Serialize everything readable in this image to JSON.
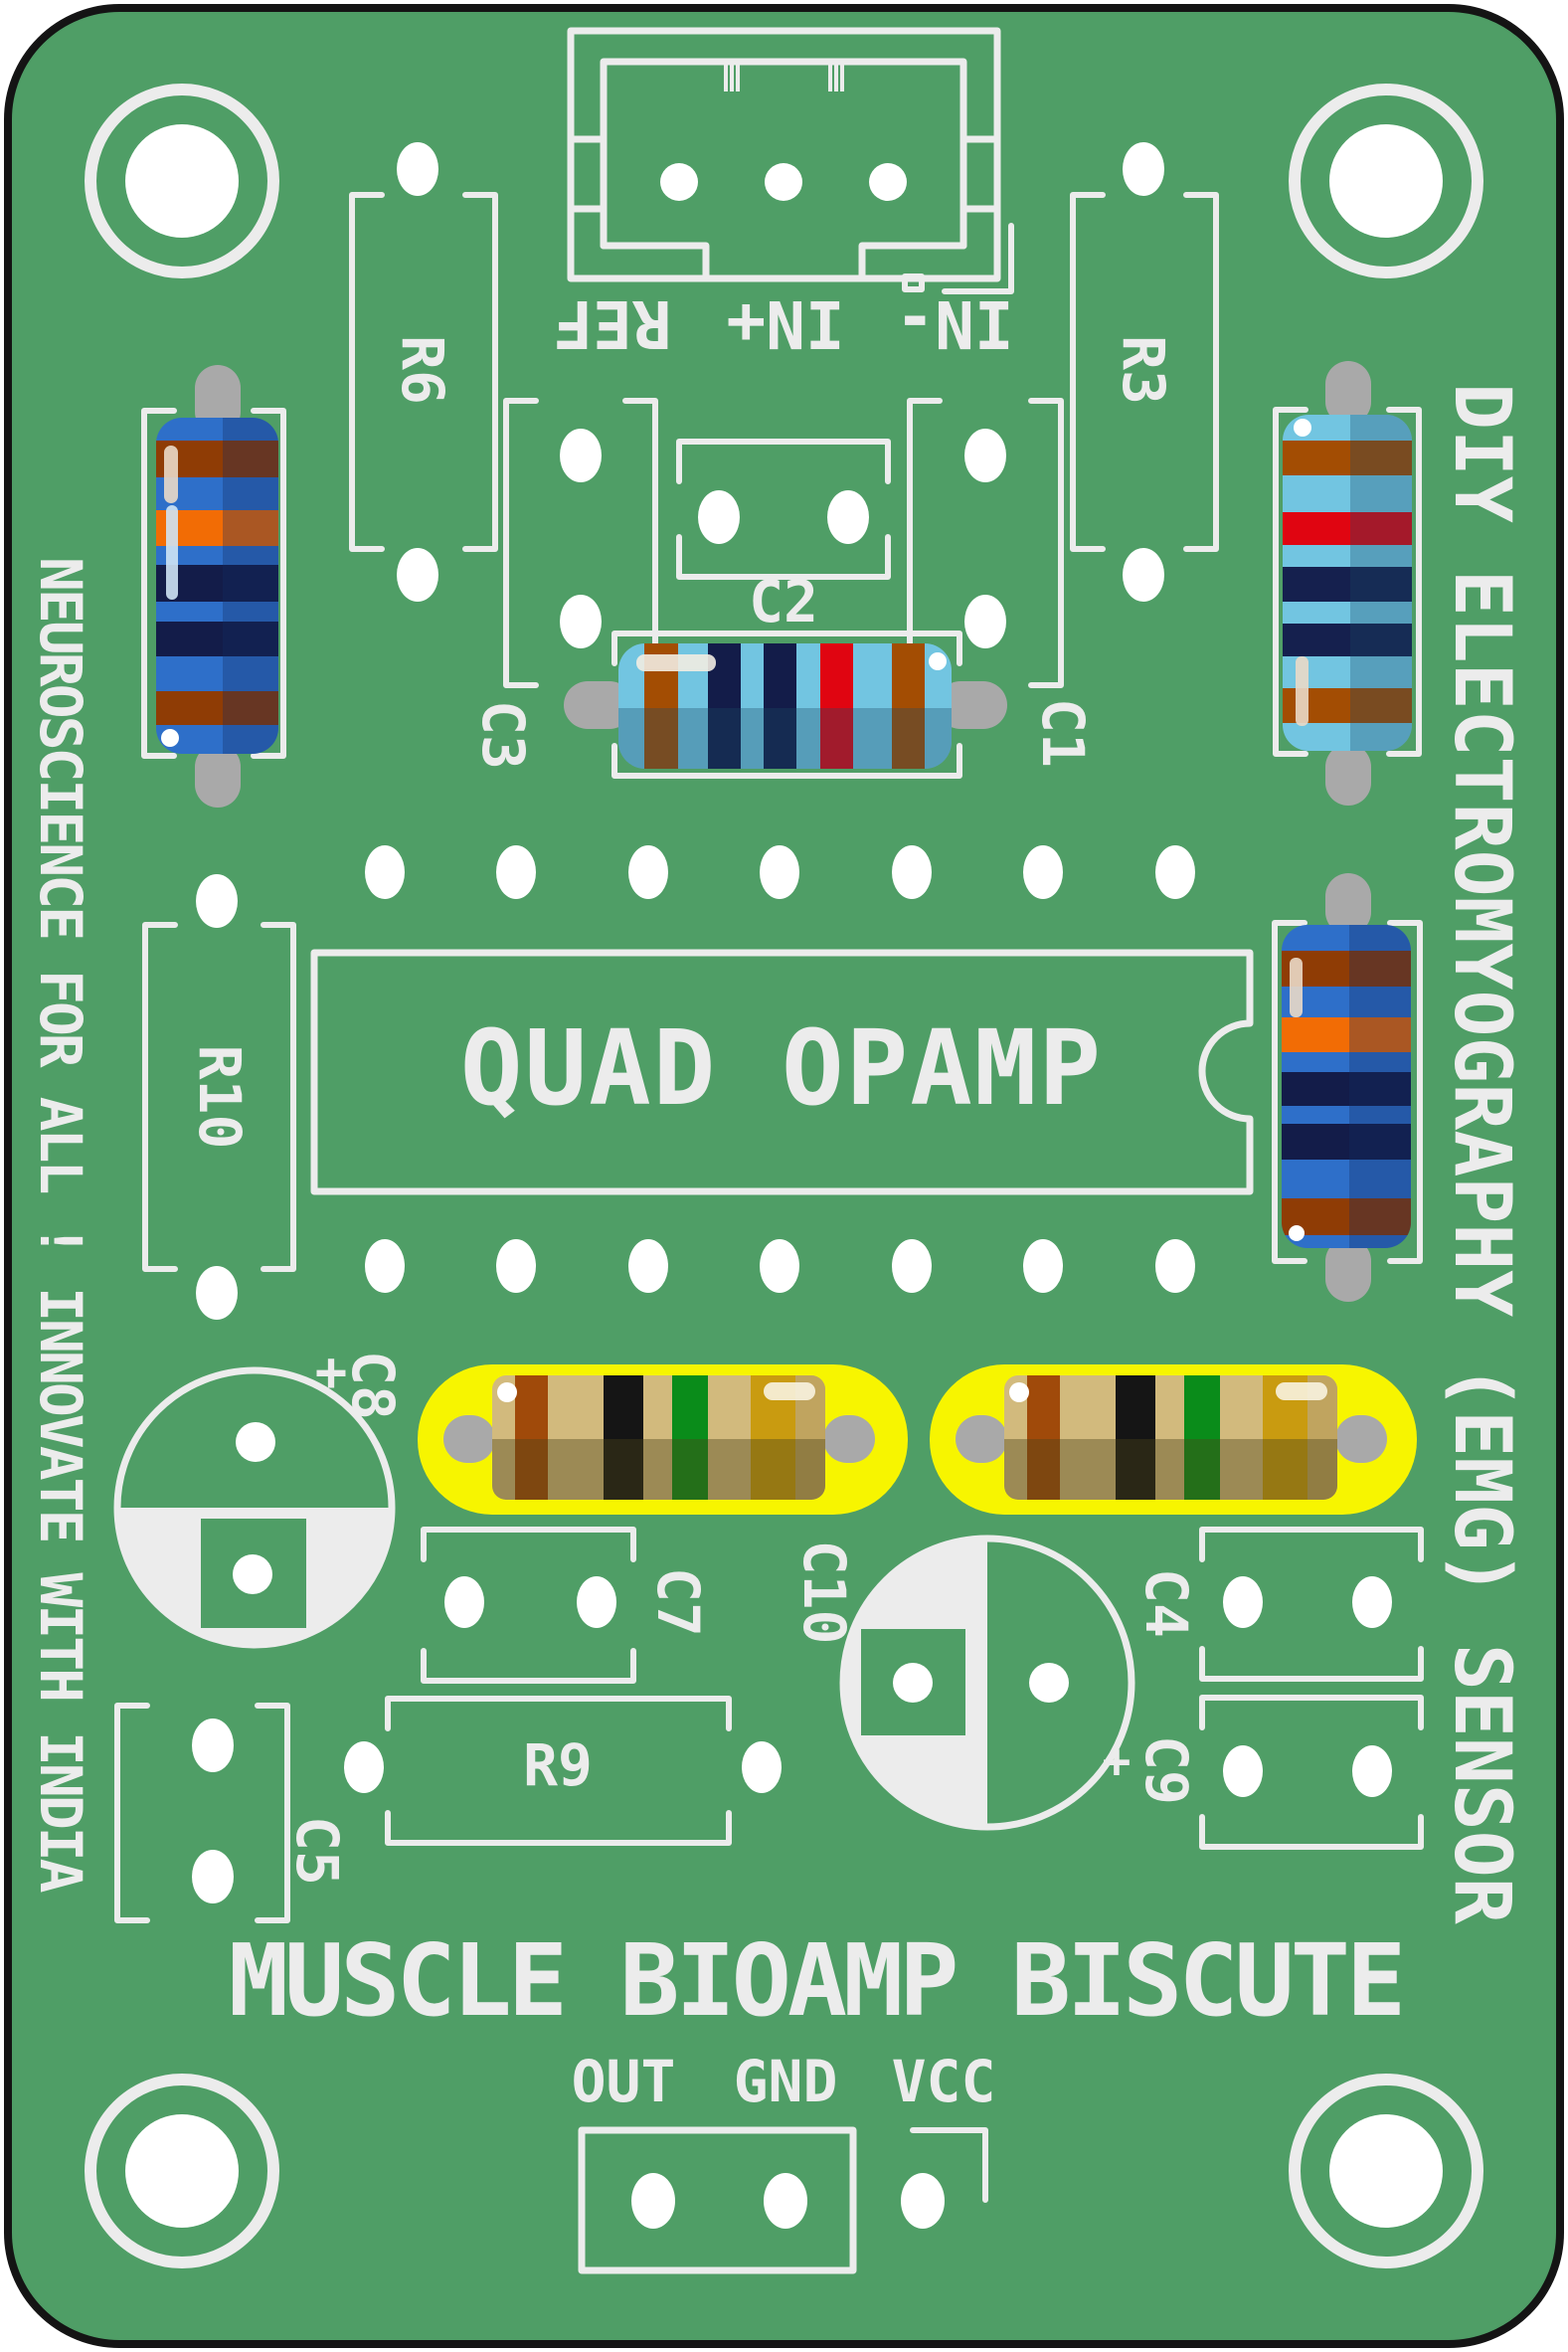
{
  "board": {
    "name": "MUSCLE BIOAMP BISCUTE",
    "type": "PCB silkscreen render"
  },
  "silkscreen": {
    "title": "MUSCLE BIOAMP BISCUTE",
    "left_banner": "NEUROSCIENCE FOR ALL ! INNOVATE WITH INDIA",
    "right_banner": "DIY ELECTROMYOGRAPHY (EMG) SENSOR",
    "ic_label": "QUAD OPAMP",
    "top_pins": {
      "ref": "REF",
      "in_plus": "IN+",
      "in_minus": "IN-"
    },
    "bottom_pins": {
      "out": "OUT",
      "gnd": "GND",
      "vcc": "VCC"
    },
    "polarity_plus": "+"
  },
  "refdes": {
    "r3": "R3",
    "r6": "R6",
    "r9": "R9",
    "r10": "R10",
    "c1": "C1",
    "c2": "C2",
    "c3": "C3",
    "c4": "C4",
    "c5": "C5",
    "c7": "C7",
    "c8": "C8",
    "c9": "C9",
    "c10": "C10"
  },
  "colors": {
    "board_green": "#4f9e66",
    "silkscreen_white": "#ececec",
    "hole_white": "#ffffff",
    "lead_gray": "#a9a9a9",
    "resistor_blue": "#2e6fc9",
    "resistor_skyblue": "#72c5e1",
    "band_brown_dark": "#8f3c05",
    "band_brown": "#a34d03",
    "band_orange": "#f26c05",
    "band_navy": "#131c49",
    "band_red": "#e00511",
    "band_black": "#151515",
    "band_green": "#0a8c1a",
    "band_gold": "#c99b10",
    "highlight_yellow": "#f7f500",
    "body_tan": "#d2ba7d"
  }
}
